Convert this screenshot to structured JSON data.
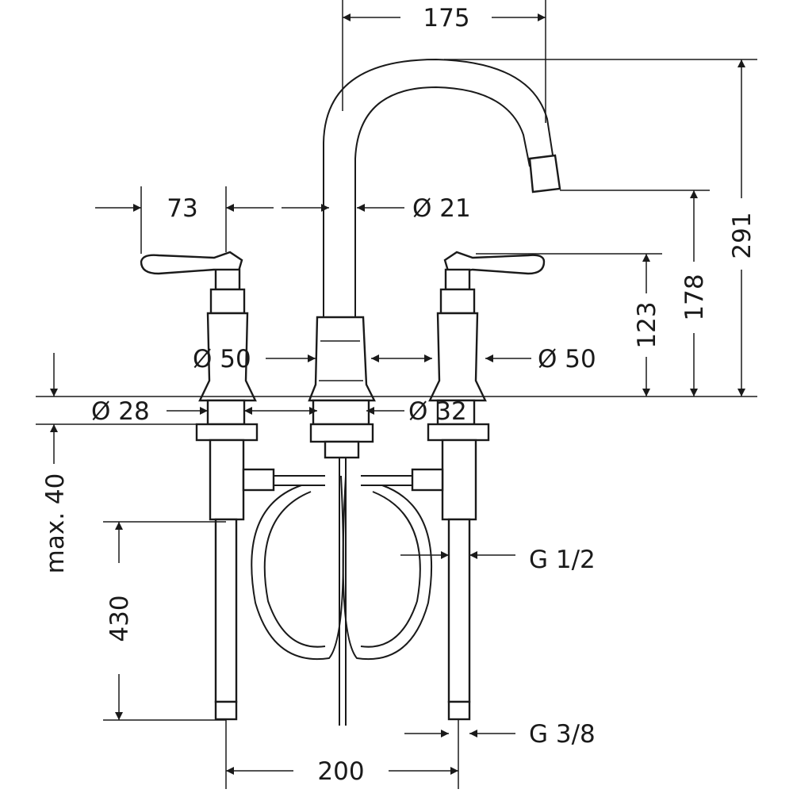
{
  "drawing": {
    "title": "Faucet dimension drawing",
    "dimensions": {
      "spout_reach": "175",
      "handle_offset": "73",
      "spout_diameter": "Ø 21",
      "left_body_diameter": "Ø 50",
      "right_body_diameter": "Ø 50",
      "valve_diameter": "Ø 28",
      "spout_base_diameter": "Ø 32",
      "total_height": "291",
      "spout_outlet_height": "178",
      "handle_height": "123",
      "max_deck_thickness": "max. 40",
      "hose_length": "430",
      "connection_half": "G 1/2",
      "connection_three_eighths": "G 3/8",
      "center_spacing": "200"
    },
    "colors": {
      "line": "#1a1a1a",
      "background": "#ffffff"
    }
  }
}
